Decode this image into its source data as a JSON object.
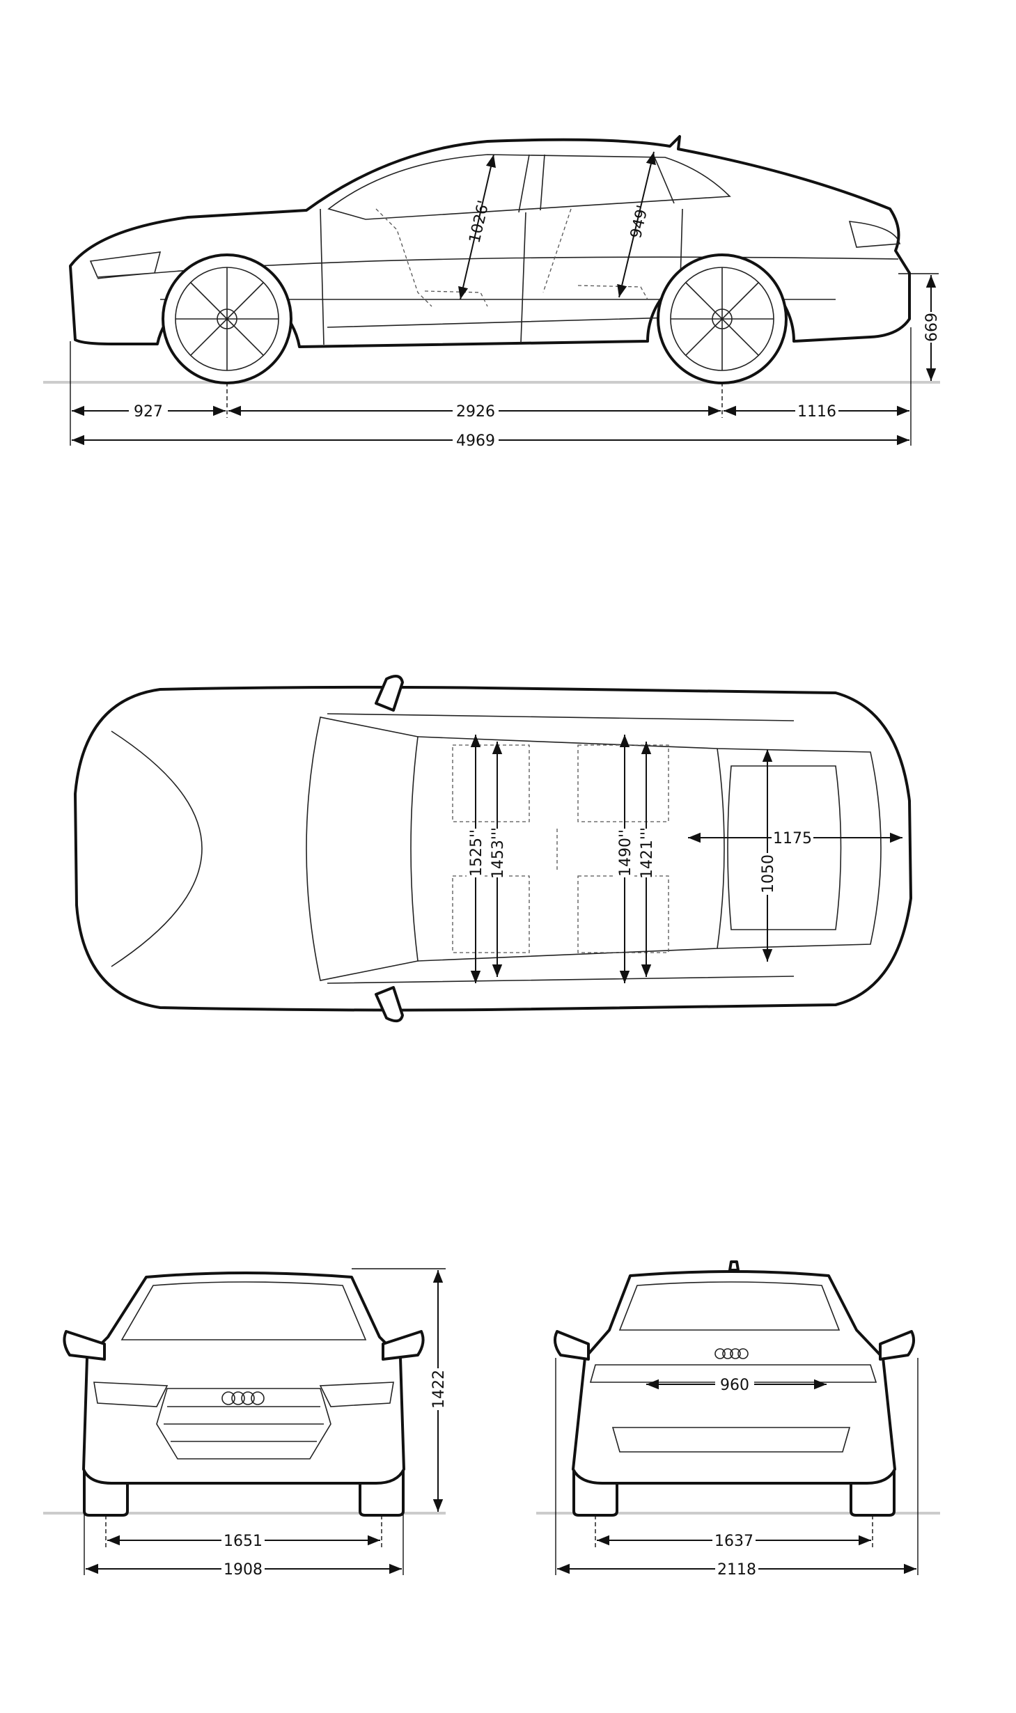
{
  "side_view": {
    "front_overhang": "927",
    "wheelbase": "2926",
    "rear_overhang": "1116",
    "overall_length": "4969",
    "trunk_lip_height": "669",
    "front_headroom": "1026'",
    "rear_headroom": "949'"
  },
  "top_view": {
    "front_shoulder_width": "1525''",
    "front_elbow_width": "1453'''",
    "rear_shoulder_width": "1490''",
    "rear_elbow_width": "1421'''",
    "trunk_length": "1175",
    "trunk_width": "1050"
  },
  "front_view": {
    "track_front": "1651",
    "width": "1908",
    "height": "1422"
  },
  "rear_view": {
    "loading_width": "960",
    "track_rear": "1637",
    "width_with_mirrors": "2118"
  }
}
